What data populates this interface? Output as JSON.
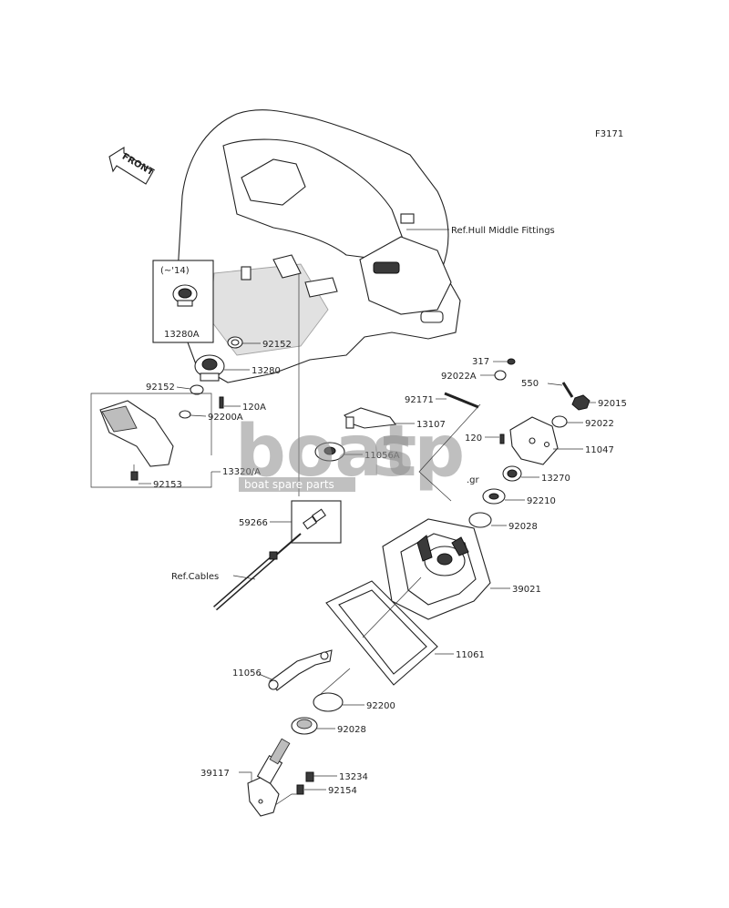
{
  "figure_code": "F3171",
  "front_arrow": "FRONT",
  "refs": {
    "hull": "Ref.Hull Middle Fittings",
    "cables": "Ref.Cables"
  },
  "inset_year": "(~'14)",
  "watermark": {
    "brand_a": "boat",
    "brand_b": "sp",
    "brand_suffix": ".gr",
    "tagline": "boat spare parts",
    "color": "#8c8c8c"
  },
  "parts": {
    "p13280A": "13280A",
    "p92152a": "92152",
    "p13280": "13280",
    "p92152b": "92152",
    "p120A": "120A",
    "p92200A": "92200A",
    "p13320A": "13320/A",
    "p92153": "92153",
    "p13107": "13107",
    "p11056A": "11056A",
    "p59266": "59266",
    "p317": "317",
    "p92022A": "92022A",
    "p92171": "92171",
    "p550": "550",
    "p92015": "92015",
    "p92022": "92022",
    "p120": "120",
    "p11047": "11047",
    "p13270": "13270",
    "p92210": "92210",
    "p92028a": "92028",
    "p39021": "39021",
    "p11061": "11061",
    "p11056": "11056",
    "p92200": "92200",
    "p92028b": "92028",
    "p39117": "39117",
    "p13234": "13234",
    "p92154": "92154"
  }
}
